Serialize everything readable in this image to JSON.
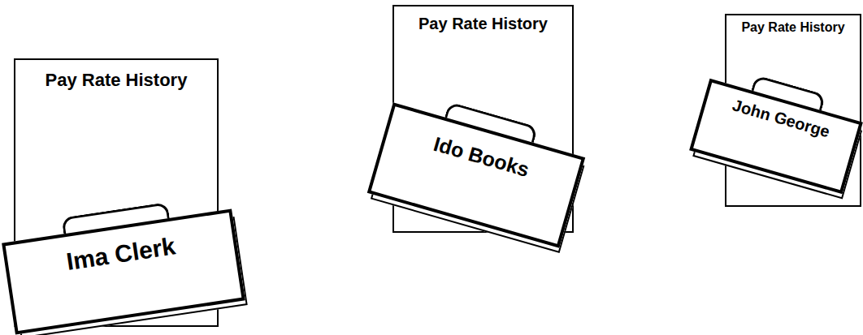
{
  "diagram": {
    "nodes": [
      {
        "text": [
          "Pay Rate History"
        ]
      },
      {
        "text": [
          "Ima Clerk"
        ]
      },
      {
        "text": [
          "Pay Rate History"
        ]
      },
      {
        "text": [
          "Ido Books"
        ]
      },
      {
        "text": [
          "Pay Rate History"
        ]
      },
      {
        "text": [
          "John George"
        ]
      }
    ]
  }
}
